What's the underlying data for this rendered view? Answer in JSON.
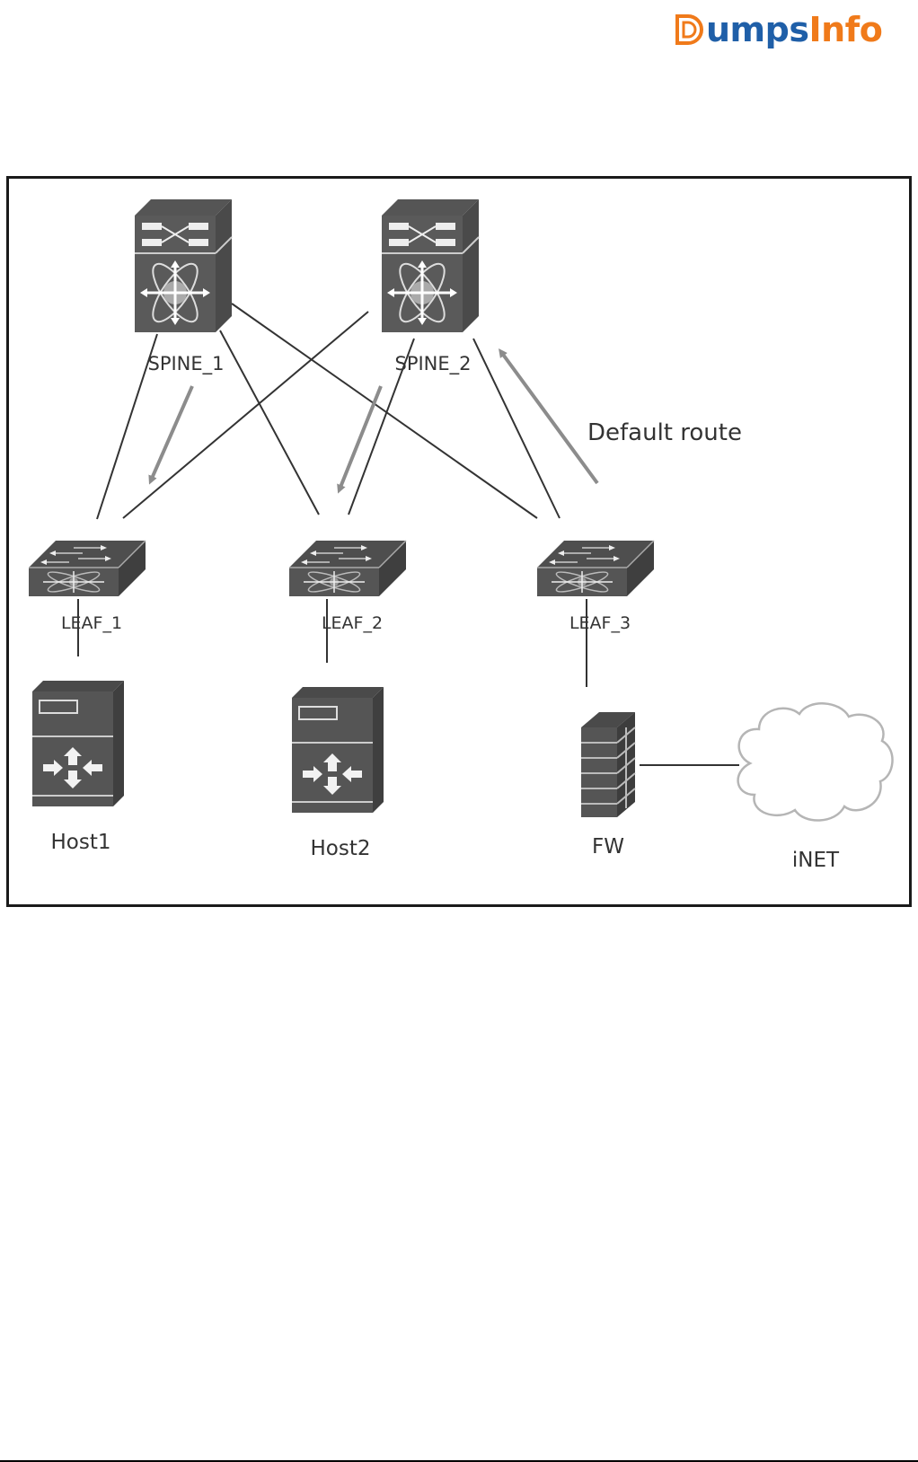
{
  "header": {
    "logo": {
      "first": "D",
      "blue": "umps",
      "orange": "Info",
      "colors": {
        "blue": "#1f5fa8",
        "orange": "#f07a1a"
      }
    }
  },
  "diagram": {
    "annotation": "Default route",
    "nodes": {
      "spine1": {
        "label": "SPINE_1",
        "icon": "nexus-spine-switch-icon"
      },
      "spine2": {
        "label": "SPINE_2",
        "icon": "nexus-spine-switch-icon"
      },
      "leaf1": {
        "label": "LEAF_1",
        "icon": "leaf-switch-icon"
      },
      "leaf2": {
        "label": "LEAF_2",
        "icon": "leaf-switch-icon"
      },
      "leaf3": {
        "label": "LEAF_3",
        "icon": "leaf-switch-icon"
      },
      "host1": {
        "label": "Host1",
        "icon": "server-icon"
      },
      "host2": {
        "label": "Host2",
        "icon": "server-icon"
      },
      "fw": {
        "label": "FW",
        "icon": "firewall-icon"
      },
      "inet": {
        "label": "iNET",
        "icon": "cloud-icon"
      }
    },
    "links": [
      [
        "spine1",
        "leaf1"
      ],
      [
        "spine1",
        "leaf2"
      ],
      [
        "spine1",
        "leaf3"
      ],
      [
        "spine2",
        "leaf1"
      ],
      [
        "spine2",
        "leaf2"
      ],
      [
        "spine2",
        "leaf3"
      ],
      [
        "leaf1",
        "host1"
      ],
      [
        "leaf2",
        "host2"
      ],
      [
        "leaf3",
        "fw"
      ],
      [
        "fw",
        "inet"
      ]
    ],
    "route_arrows": [
      {
        "from": "spine1",
        "to": "leaf1"
      },
      {
        "from": "spine2",
        "to": "leaf2"
      },
      {
        "from": "leaf3",
        "to": "spine2",
        "label": "Default route"
      }
    ]
  }
}
